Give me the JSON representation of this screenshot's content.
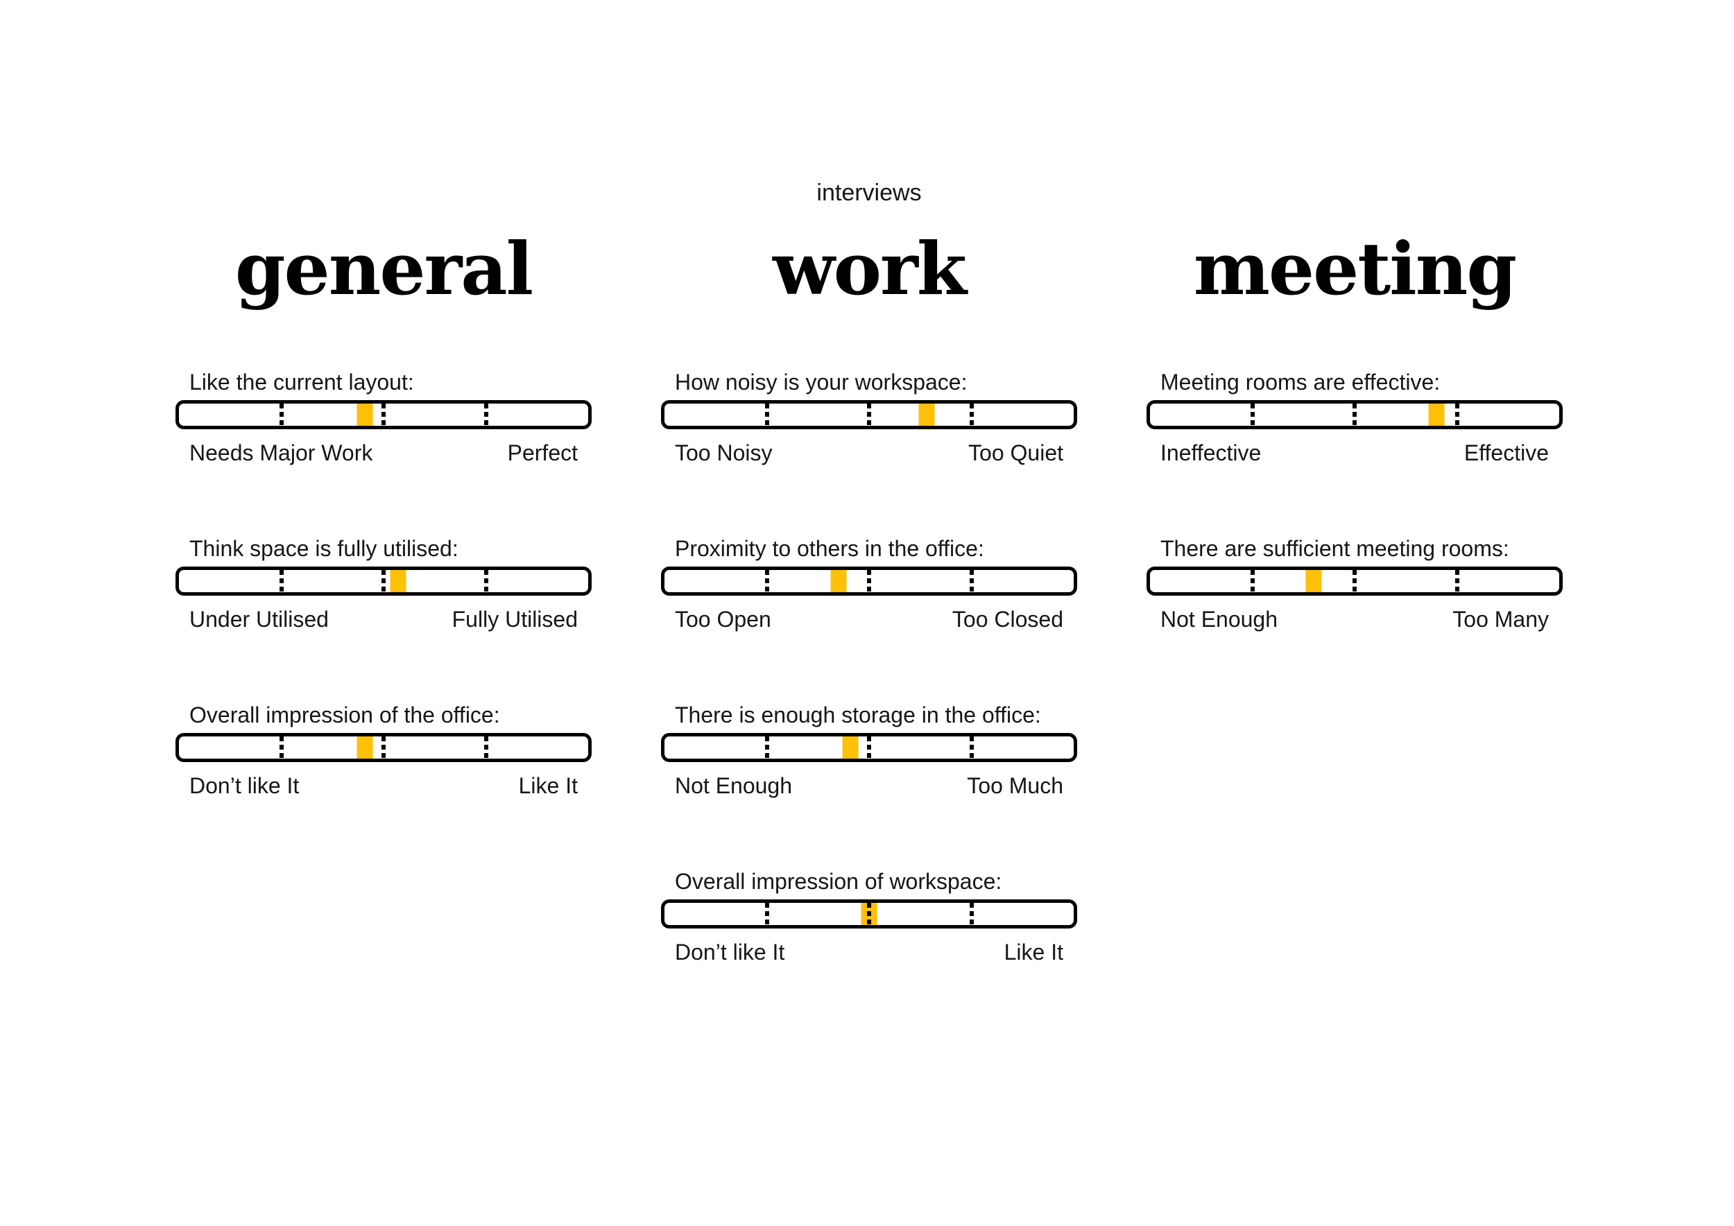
{
  "page": {
    "background": "#ffffff",
    "text_color": "#1b1b1b",
    "bar_border_color": "#000000"
  },
  "chart_data": {
    "type": "bar",
    "title": "interviews",
    "marker_color": "#FFC107",
    "scale": {
      "min_pct": 0,
      "max_pct": 100,
      "tick_pcts": [
        25,
        50,
        75
      ]
    },
    "groups": [
      {
        "name": "general",
        "items": [
          {
            "question": "Like the current layout:",
            "min_label": "Needs Major Work",
            "max_label": "Perfect",
            "value_pct": 45.5
          },
          {
            "question": "Think space is fully utilised:",
            "min_label": "Under Utilised",
            "max_label": "Fully Utilised",
            "value_pct": 53.5
          },
          {
            "question": "Overall impression of the office:",
            "min_label": "Don’t like It",
            "max_label": "Like It",
            "value_pct": 45.5
          }
        ]
      },
      {
        "name": "work",
        "items": [
          {
            "question": "How noisy is your workspace:",
            "min_label": "Too Noisy",
            "max_label": "Too Quiet",
            "value_pct": 64
          },
          {
            "question": "Proximity to others in the office:",
            "min_label": "Too Open",
            "max_label": "Too Closed",
            "value_pct": 42.5
          },
          {
            "question": "There is enough storage in the office:",
            "min_label": "Not Enough",
            "max_label": "Too Much",
            "value_pct": 45.5
          },
          {
            "question": "Overall impression of workspace:",
            "min_label": "Don’t like It",
            "max_label": "Like It",
            "value_pct": 50
          }
        ]
      },
      {
        "name": "meeting",
        "items": [
          {
            "question": "Meeting rooms are effective:",
            "min_label": "Ineffective",
            "max_label": "Effective",
            "value_pct": 70
          },
          {
            "question": "There are sufficient meeting rooms:",
            "min_label": "Not Enough",
            "max_label": "Too Many",
            "value_pct": 40
          }
        ]
      }
    ]
  }
}
